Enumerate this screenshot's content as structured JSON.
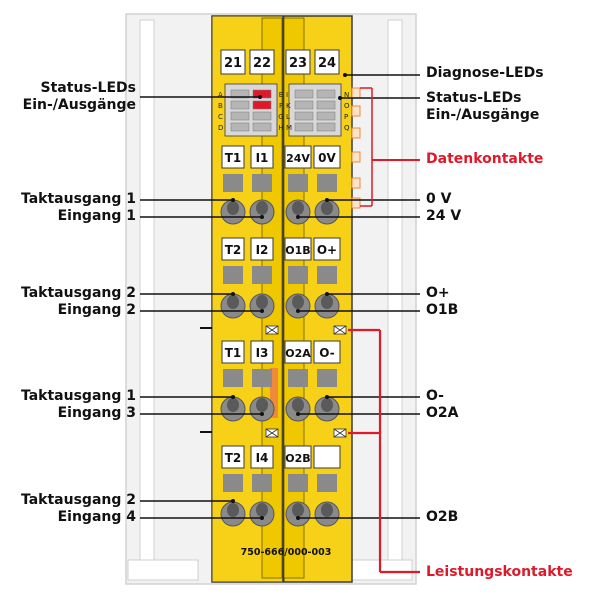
{
  "terminal_numbers": [
    "21",
    "22",
    "23",
    "24"
  ],
  "led_letters_left": [
    "A",
    "B",
    "C",
    "D"
  ],
  "led_letters_mid_left": [
    "E",
    "F",
    "G",
    "H"
  ],
  "led_letters_mid_right": [
    "I",
    "K",
    "L",
    "M"
  ],
  "led_letters_right": [
    "N",
    "O",
    "P",
    "Q"
  ],
  "slots": [
    {
      "labels": [
        "T1",
        "I1",
        "24V",
        "0V"
      ]
    },
    {
      "labels": [
        "T2",
        "I2",
        "O1B",
        "O+"
      ]
    },
    {
      "labels": [
        "T1",
        "I3",
        "O2A",
        "O-"
      ]
    },
    {
      "labels": [
        "T2",
        "I4",
        "O2B",
        ""
      ]
    }
  ],
  "model_number": "750-666/000-003",
  "left_labels": [
    {
      "text": "Status-LEDs"
    },
    {
      "text": "Ein-/Ausgänge"
    },
    {
      "text": "Taktausgang 1"
    },
    {
      "text": "Eingang 1"
    },
    {
      "text": "Taktausgang 2"
    },
    {
      "text": "Eingang 2"
    },
    {
      "text": "Taktausgang 1"
    },
    {
      "text": "Eingang 3"
    },
    {
      "text": "Taktausgang 2"
    },
    {
      "text": "Eingang 4"
    }
  ],
  "right_labels": [
    {
      "text": "Diagnose-LEDs"
    },
    {
      "text": "Status-LEDs"
    },
    {
      "text": "Ein-/Ausgänge"
    },
    {
      "text": "Datenkontakte"
    },
    {
      "text": "0 V"
    },
    {
      "text": "24 V"
    },
    {
      "text": "O+"
    },
    {
      "text": "O1B"
    },
    {
      "text": "O-"
    },
    {
      "text": "O2A"
    },
    {
      "text": "O2B"
    },
    {
      "text": "Leistungskontakte"
    }
  ],
  "colors": {
    "housing": "#f7d117",
    "housing_dark": "#e3b800",
    "housing_outline": "#3a3a3a",
    "slot_gray": "#8a8a8a",
    "led_red": "#e0192a",
    "led_gray": "#b5b5b5",
    "callout_red": "#e0192a",
    "rail_gray": "#e2e2e2",
    "contact_orange": "#f08a3a"
  }
}
